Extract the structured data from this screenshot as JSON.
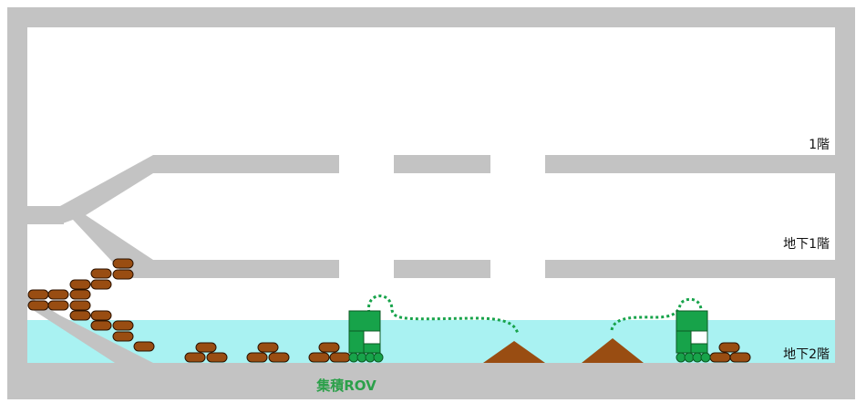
{
  "labels": {
    "floor_1": "1階",
    "floor_b1": "地下1階",
    "floor_b2": "地下2階",
    "rov": "集積ROV"
  },
  "colors": {
    "wall": "#c3c3c3",
    "water": "#a9f2f2",
    "debris": "#994d12",
    "debris_outline": "#2b1200",
    "rov_fill": "#17a34a",
    "rov_dark": "#0d6b2c",
    "tether": "#17a34a",
    "rov_label": "#2ca04a"
  }
}
